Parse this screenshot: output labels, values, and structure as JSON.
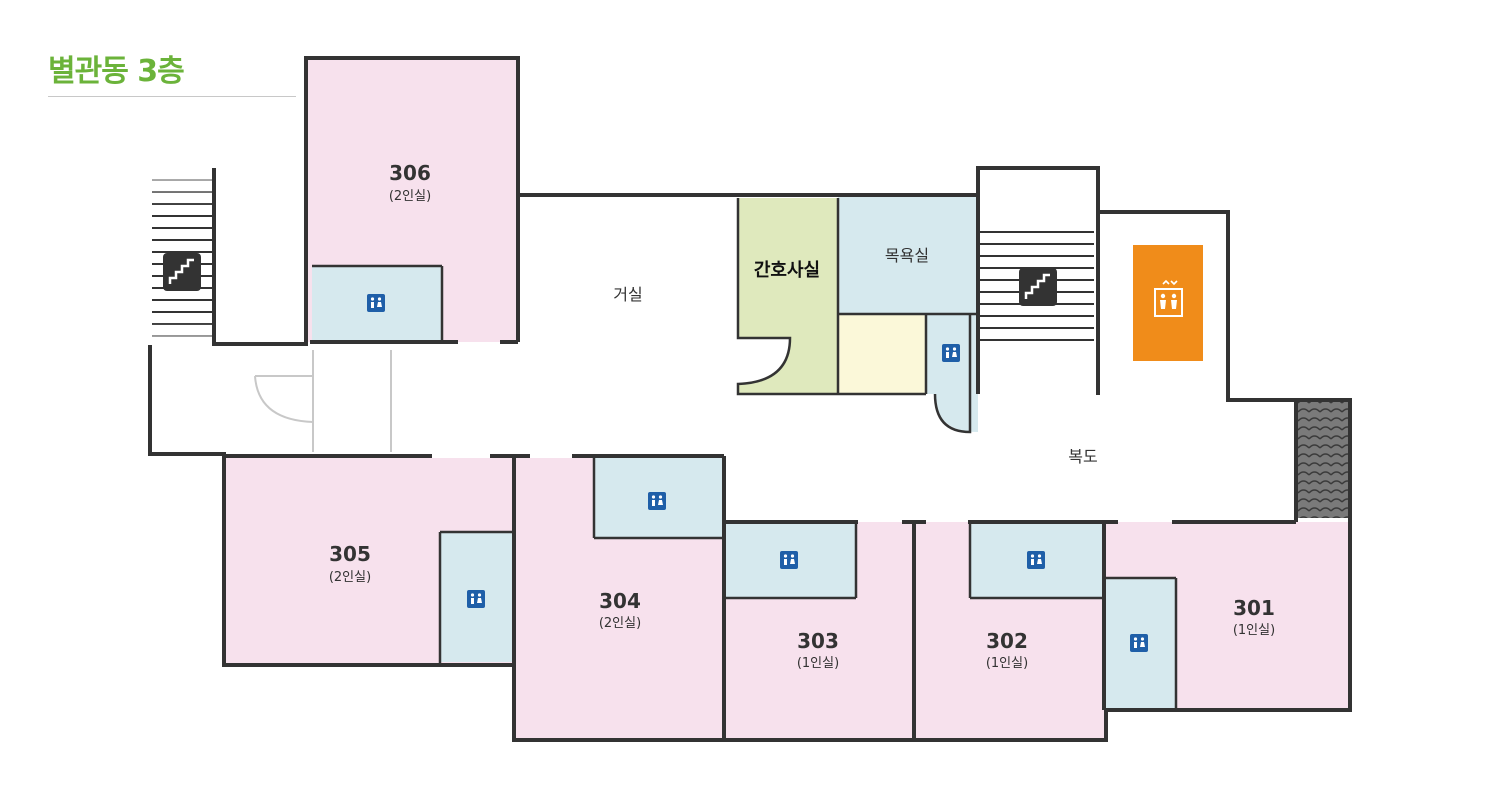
{
  "title": "별관동 3층",
  "colors": {
    "title": "#6bb33a",
    "wall": "#333333",
    "patient_room": "#f7e1ed",
    "bathroom": "#d6e9ee",
    "nurse_station": "#dfe9bd",
    "utility": "#fbf8d9",
    "elevator": "#f08c1a",
    "door_line": "#c8c8c8"
  },
  "rooms": [
    {
      "number": "306",
      "capacity": "(2인실)"
    },
    {
      "number": "305",
      "capacity": "(2인실)"
    },
    {
      "number": "304",
      "capacity": "(2인실)"
    },
    {
      "number": "303",
      "capacity": "(1인실)"
    },
    {
      "number": "302",
      "capacity": "(1인실)"
    },
    {
      "number": "301",
      "capacity": "(1인실)"
    }
  ],
  "areas": {
    "living_room": "거실",
    "nurse_station": "간호사실",
    "bath_room": "목욕실",
    "corridor": "복도"
  },
  "icons": {
    "stairs": "stairs-icon",
    "restroom": "restroom-icon",
    "elevator": "elevator-icon",
    "ramp": "ramp-pattern"
  }
}
